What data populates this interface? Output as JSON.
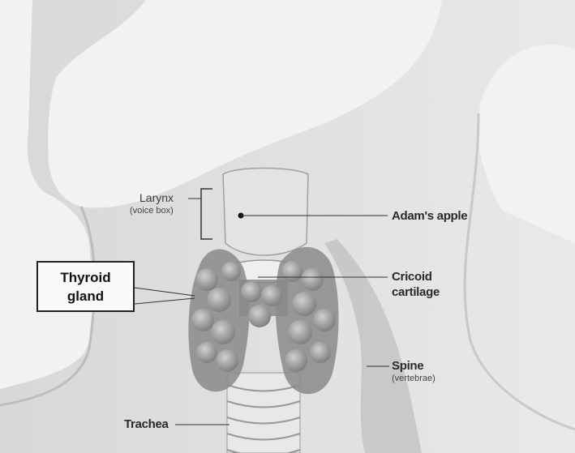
{
  "labels": {
    "larynx": "Larynx",
    "larynx_sub": "(voice box)",
    "adams_apple": "Adam's apple",
    "cricoid_line1": "Cricoid",
    "cricoid_line2": "cartilage",
    "thyroid_line1": "Thyroid",
    "thyroid_line2": "gland",
    "spine": "Spine",
    "spine_sub": "(vertebrae)",
    "trachea": "Trachea"
  },
  "colors": {
    "background": "#f2f2f2",
    "skin": "#d9d9d9",
    "gland": "#8e8e8e",
    "line": "#222222"
  }
}
